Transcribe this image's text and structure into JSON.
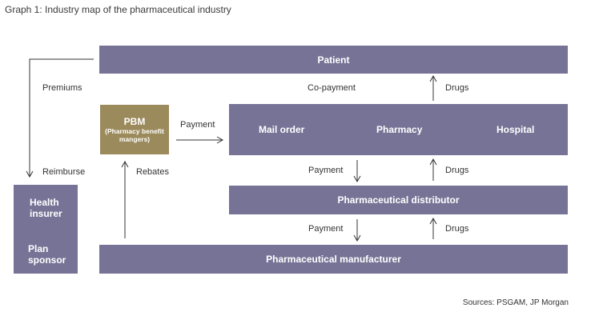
{
  "title": "Graph 1: Industry map of the pharmaceutical industry",
  "colors": {
    "box": "#777396",
    "pbm": "#9b8a5b",
    "arrow": "#333333"
  },
  "nodes": {
    "patient": "Patient",
    "pbm_title": "PBM",
    "pbm_subtitle": "(Pharmacy benefit mangers)",
    "mail_order": "Mail order",
    "pharmacy": "Pharmacy",
    "hospital": "Hospital",
    "distributor": "Pharmaceutical distributor",
    "manufacturer": "Pharmaceutical manufacturer",
    "health_insurer": "Health insurer",
    "plan_sponsor": "Plan sponsor"
  },
  "flows": {
    "premiums": "Premiums",
    "reimburse": "Reimburse",
    "rebates": "Rebates",
    "copayment": "Co-payment",
    "drugs_to_patient": "Drugs",
    "pbm_payment": "Payment",
    "payment_to_distributor": "Payment",
    "drugs_to_retail": "Drugs",
    "payment_to_manufacturer": "Payment",
    "drugs_to_distributor": "Drugs"
  },
  "sources": "Sources: PSGAM, JP Morgan"
}
